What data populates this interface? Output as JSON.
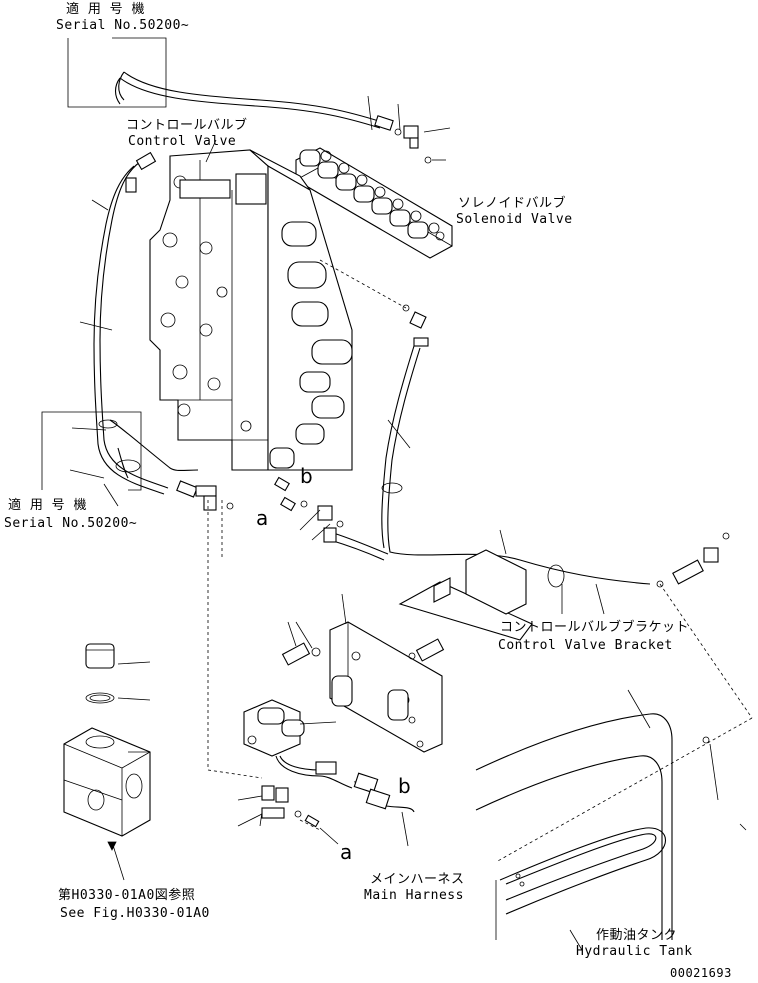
{
  "labels": {
    "applicable_top_jp": "適 用 号 機",
    "applicable_top_serial": "Serial No.50200~",
    "control_valve_jp": "コントロールバルブ",
    "control_valve_en": "Control Valve",
    "solenoid_valve_jp": "ソレノイドバルブ",
    "solenoid_valve_en": "Solenoid Valve",
    "applicable_left_jp": "適 用 号 機",
    "applicable_left_serial": "Serial No.50200~",
    "bracket_jp": "コントロールバルブブラケット",
    "bracket_en": "Control Valve Bracket",
    "see_fig_jp": "第H0330-01A0図参照",
    "see_fig_en": "See Fig.H0330-01A0",
    "main_harness_jp": "メインハーネス",
    "main_harness_en": "Main Harness",
    "hydraulic_tank_jp": "作動油タンク",
    "hydraulic_tank_en": "Hydraulic Tank",
    "drawing_number": "00021693"
  },
  "connection_marks": {
    "a_upper": "a",
    "b_upper": "b",
    "b_lower": "b",
    "a_lower": "a"
  }
}
